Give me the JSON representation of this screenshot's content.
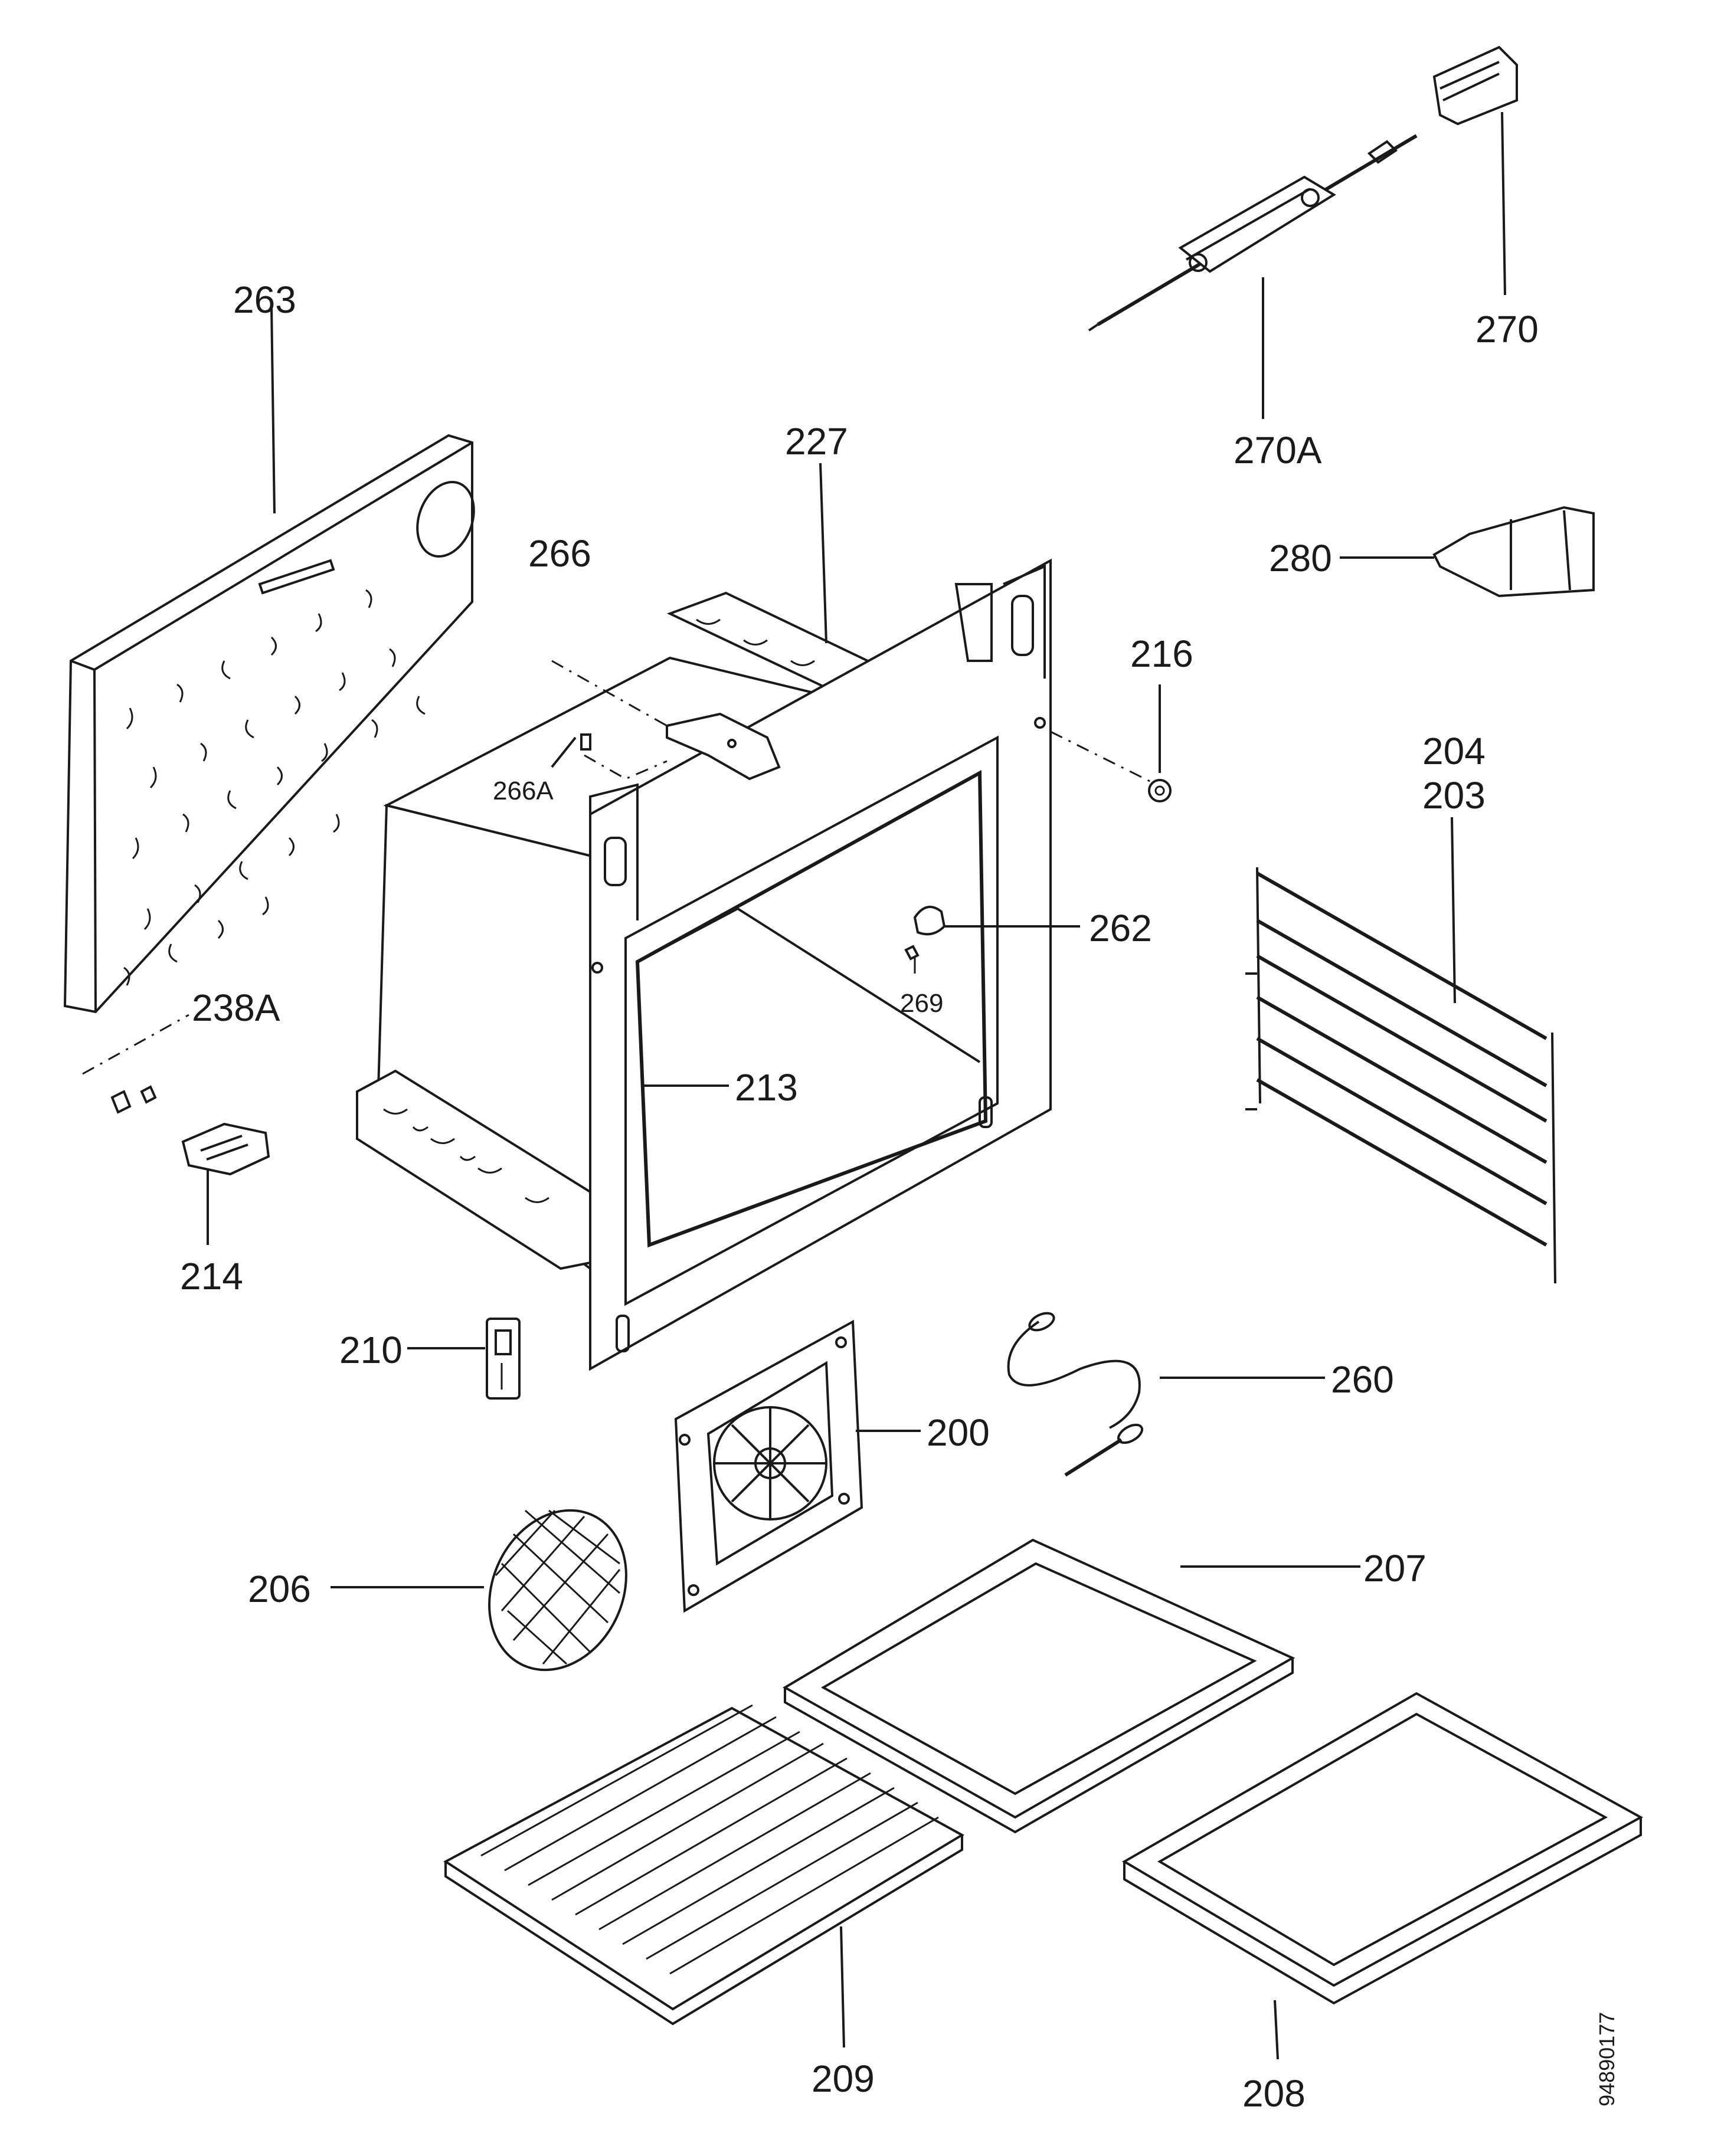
{
  "diagram": {
    "labels": {
      "l200": "200",
      "l203": "203",
      "l204": "204",
      "l206": "206",
      "l207": "207",
      "l208": "208",
      "l209": "209",
      "l210": "210",
      "l213": "213",
      "l214": "214",
      "l216": "216",
      "l227": "227",
      "l238A": "238A",
      "l260": "260",
      "l262": "262",
      "l263": "263",
      "l266": "266",
      "l266A": "266A",
      "l269": "269",
      "l270": "270",
      "l270A": "270A",
      "l280": "280"
    },
    "drawing_number": "94890177"
  }
}
